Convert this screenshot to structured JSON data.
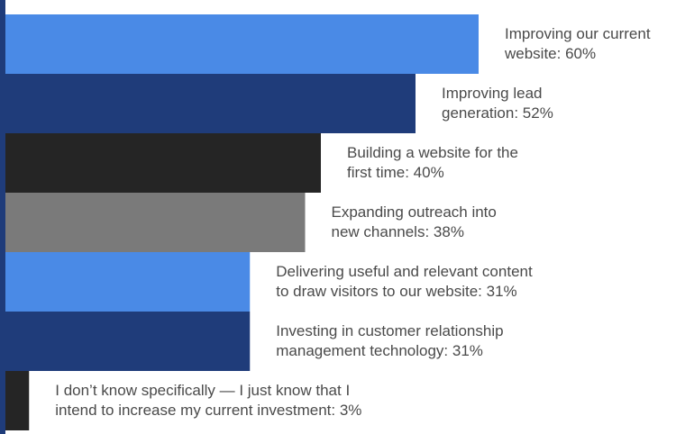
{
  "chart_data": {
    "type": "bar",
    "orientation": "horizontal",
    "grid": false,
    "legend": "none",
    "xlim": [
      0,
      60
    ],
    "title": "",
    "xlabel": "",
    "ylabel": "",
    "bars": [
      {
        "label_lines": [
          "Improving our current",
          "website: 60%"
        ],
        "value": 60,
        "color": "#4a8ae6"
      },
      {
        "label_lines": [
          "Improving lead",
          "generation: 52%"
        ],
        "value": 52,
        "color": "#1f3c7a"
      },
      {
        "label_lines": [
          "Building a website for the",
          "first time: 40%"
        ],
        "value": 40,
        "color": "#252525"
      },
      {
        "label_lines": [
          "Expanding outreach into",
          "new channels: 38%"
        ],
        "value": 38,
        "color": "#7a7a7a"
      },
      {
        "label_lines": [
          "Delivering useful and relevant content",
          "to draw visitors to our website: 31%"
        ],
        "value": 31,
        "color": "#4a8ae6"
      },
      {
        "label_lines": [
          "Investing in customer relationship",
          "management technology: 31%"
        ],
        "value": 31,
        "color": "#1f3c7a"
      },
      {
        "label_lines": [
          "I don’t know specifically — I just know that I",
          "intend to increase my current investment: 3%"
        ],
        "value": 3,
        "color": "#252525"
      }
    ],
    "axis_color": "#1f3c7a"
  }
}
